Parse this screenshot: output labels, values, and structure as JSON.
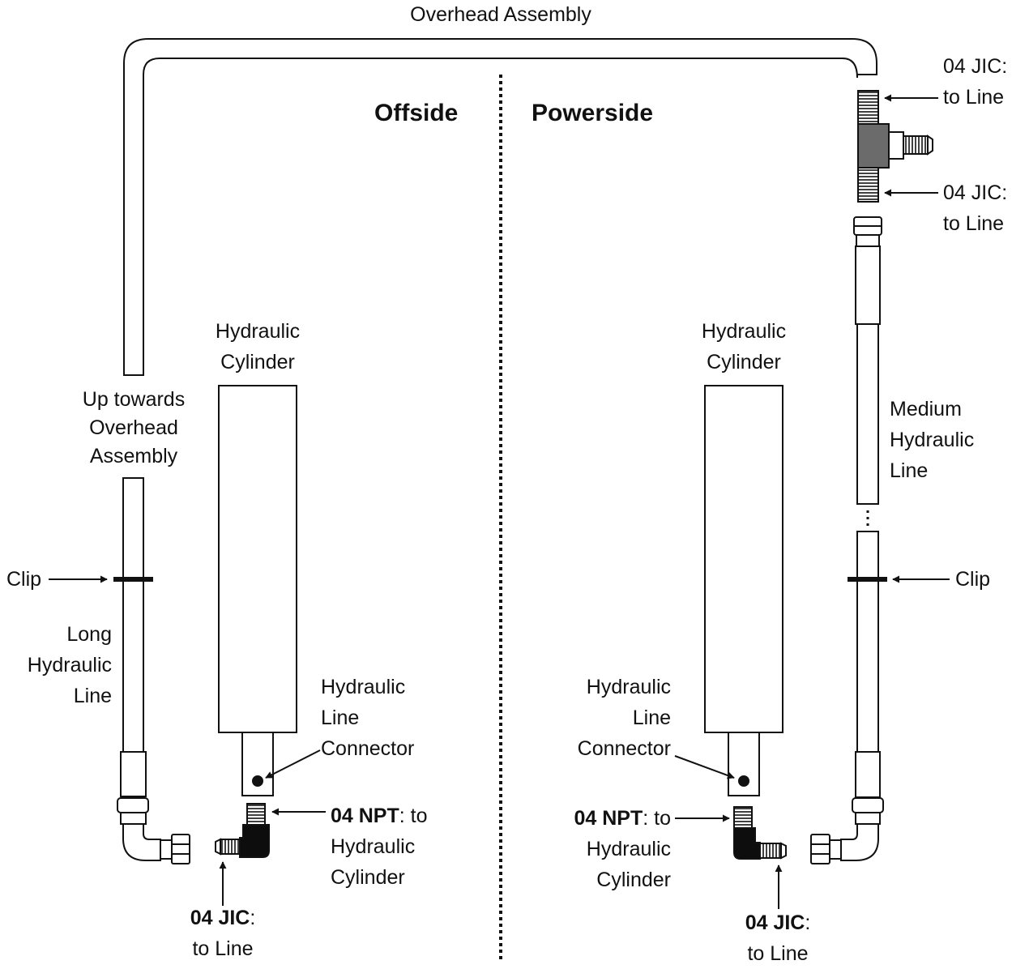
{
  "labels": {
    "overhead_assembly": "Overhead Assembly",
    "offside": "Offside",
    "powerside": "Powerside",
    "up_towards_1": "Up towards",
    "up_towards_2": "Overhead",
    "up_towards_3": "Assembly",
    "clip": "Clip",
    "long_line_1": "Long",
    "long_line_2": "Hydraulic",
    "long_line_3": "Line",
    "medium_line_1": "Medium",
    "medium_line_2": "Hydraulic",
    "medium_line_3": "Line",
    "cylinder_1": "Hydraulic",
    "cylinder_2": "Cylinder",
    "connector_1": "Hydraulic",
    "connector_2": "Line",
    "connector_3": "Connector",
    "npt_bold": "04 NPT",
    "npt_rest": ": to",
    "npt_2": "Hydraulic",
    "npt_3": "Cylinder",
    "jic_bold": "04 JIC",
    "jic_colon": ":",
    "jic_plain": "04 JIC:",
    "to_line": "to Line"
  },
  "colors": {
    "stroke": "#111111",
    "tee_fill": "#6b6b6b",
    "elbow_fill": "#0d0d0d"
  }
}
